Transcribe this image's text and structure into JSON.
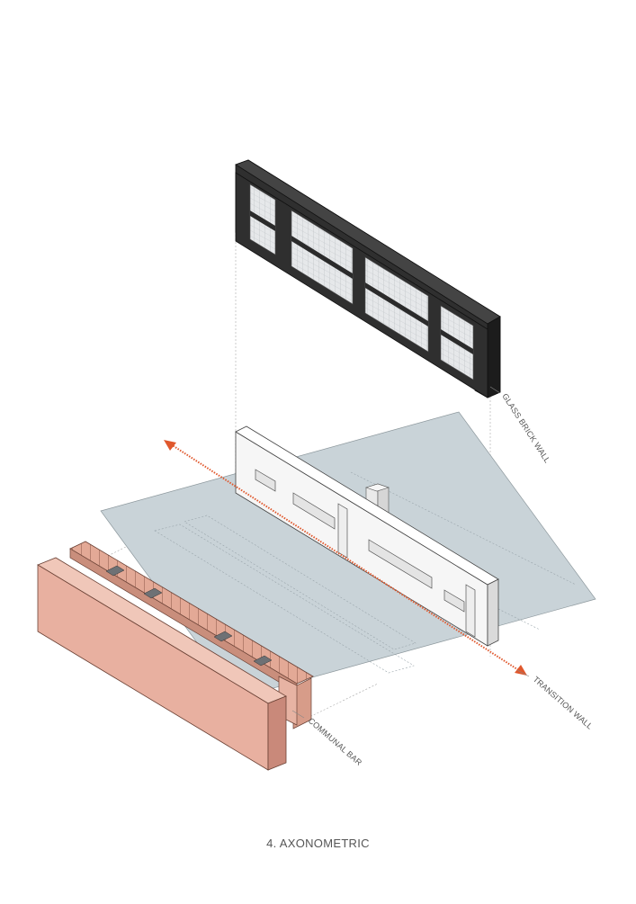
{
  "labels": {
    "glass_brick_wall": "GLASS BRICK WALL",
    "transition_wall": "TRANSITION WALL",
    "communal_bar": "COMMUNAL BAR"
  },
  "caption": "4. AXONOMETRIC",
  "colors": {
    "floor": "#c9d3d8",
    "frame_dark": "#2f2f2f",
    "frame_side": "#1c1c1c",
    "glass": "#e6e8ea",
    "glass_grid": "#b8bcc0",
    "wall_white": "#f6f6f6",
    "bar_face": "#e8b0a0",
    "bar_top": "#f0c7b9",
    "bar_dark": "#b27b6a",
    "arrow": "#e0582d",
    "guide": "#a9a9a9"
  },
  "icons": {
    "arrow_head": "arrow-head-icon"
  }
}
